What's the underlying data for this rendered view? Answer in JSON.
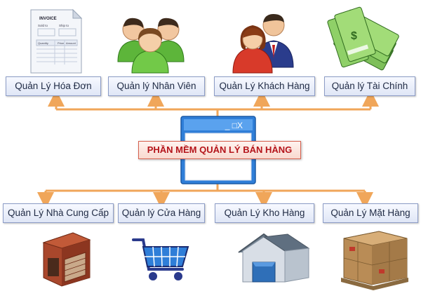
{
  "center": {
    "title": "PHẦN MỀM QUẢN LÝ BÁN HÀNG",
    "window_controls": "_ □X"
  },
  "top_modules": [
    {
      "label": "Quản Lý Hóa Đơn",
      "icon": "invoice-icon",
      "invoice_title": "INVOICE",
      "invoice_sold_to": "Sold to",
      "invoice_ship_to": "Ship to",
      "invoice_columns": [
        "Quantity",
        "Price",
        "Amount"
      ]
    },
    {
      "label": "Quản lý Nhân Viên",
      "icon": "employees-icon"
    },
    {
      "label": "Quản Lý Khách Hàng",
      "icon": "customers-icon"
    },
    {
      "label": "Quản lý Tài Chính",
      "icon": "money-icon",
      "banknote_symbol": "$"
    }
  ],
  "bottom_modules": [
    {
      "label": "Quản Lý Nhà Cung Cấp",
      "icon": "supplier-building-icon"
    },
    {
      "label": "Quản lý Cửa Hàng",
      "icon": "shopping-cart-icon"
    },
    {
      "label": "Quản Lý Kho Hàng",
      "icon": "warehouse-house-icon"
    },
    {
      "label": "Quản Lý Mặt Hàng",
      "icon": "product-boxes-icon"
    }
  ],
  "colors": {
    "connector": "#f0a65a",
    "label_border": "#8c9cc6",
    "center_text": "#b4141a",
    "window_blue": "#2f7ed8"
  }
}
